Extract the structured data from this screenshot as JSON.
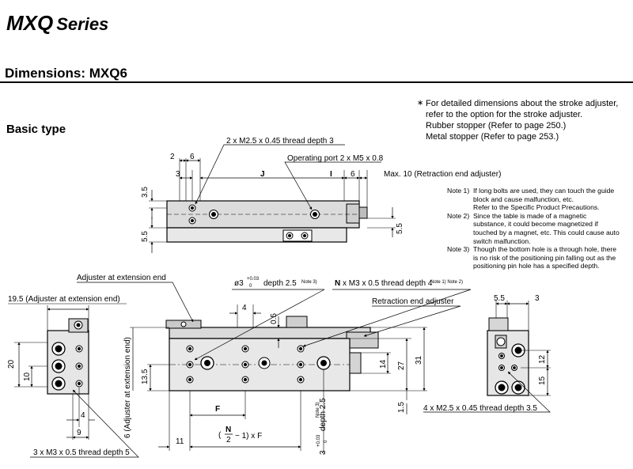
{
  "header": {
    "series_code": "MXQ",
    "series_word": "Series",
    "dimensions_title": "Dimensions: MXQ6",
    "basic_type": "Basic type"
  },
  "stroke_note": {
    "star": "∗",
    "lines": [
      "For detailed dimensions about the stroke adjuster,",
      "refer to the option for the stroke adjuster.",
      "Rubber stopper (Refer to page 250.)",
      "Metal stopper (Refer to page 253.)"
    ]
  },
  "notes": [
    {
      "label": "Note 1)",
      "lines": [
        "If long bolts are used, they can touch the guide",
        "block and cause malfunction, etc.",
        "Refer to the Specific Product Precautions."
      ]
    },
    {
      "label": "Note 2)",
      "lines": [
        "Since the table is made of a magnetic",
        "substance, it could become magnetized if",
        "touched by a magnet, etc. This could cause auto",
        "switch malfunction."
      ]
    },
    {
      "label": "Note 3)",
      "lines": [
        "Though the bottom hole is a through hole, there",
        "is no risk of the positioning pin falling out as the",
        "positioning pin hole has a specified depth."
      ]
    }
  ],
  "top_view": {
    "thread_label": "2 x M2.5 x 0.45 thread depth 3",
    "port_label": "Operating port 2 x M5 x 0.8",
    "max_label": "Max. 10 (Retraction end adjuster)",
    "d2": "2",
    "d6a": "6",
    "d3": "3",
    "dJ": "J",
    "dI": "I",
    "d6b": "6",
    "d3_5": "3.5",
    "d5_5a": "5.5",
    "d5_5b": "5.5"
  },
  "front_view": {
    "adjuster_ext": "Adjuster at extension end",
    "pin_hole_prefix": "ø3",
    "pin_tol_upper": "+0.03",
    "pin_tol_lower": "0",
    "pin_depth": "depth 2.5",
    "pin_note": "Note 3)",
    "n_label": "N",
    "n_thread": "x M3 x 0.5 thread depth 4",
    "n_note": "Note 1) Note 2)",
    "retraction_adj": "Retraction end adjuster",
    "d4": "4",
    "d0_5": "0.5",
    "d13_5": "13.5",
    "d14": "14",
    "d27": "27",
    "d31": "31",
    "d1_5": "1.5",
    "dF": "F",
    "d11": "11",
    "formula_N": "N",
    "formula_2": "2",
    "formula_rest": "− 1) x F",
    "vertical_ext": "6 (Adjuster at extension end)",
    "pin_depth_vertical": "3",
    "pin_depth_vertical_rest": "depth 2.5",
    "pin_note_vertical": "Note 3)"
  },
  "side_view": {
    "ext_label": "19.5 (Adjuster at extension end)",
    "d20": "20",
    "d10": "10",
    "d4": "4",
    "d9": "9",
    "thread_label": "3 x M3 x 0.5 thread depth 5"
  },
  "right_view": {
    "d5_5": "5.5",
    "d3": "3",
    "d12": "12",
    "d15": "15",
    "thread_label": "4 x M2.5 x 0.45 thread depth 3.5"
  }
}
